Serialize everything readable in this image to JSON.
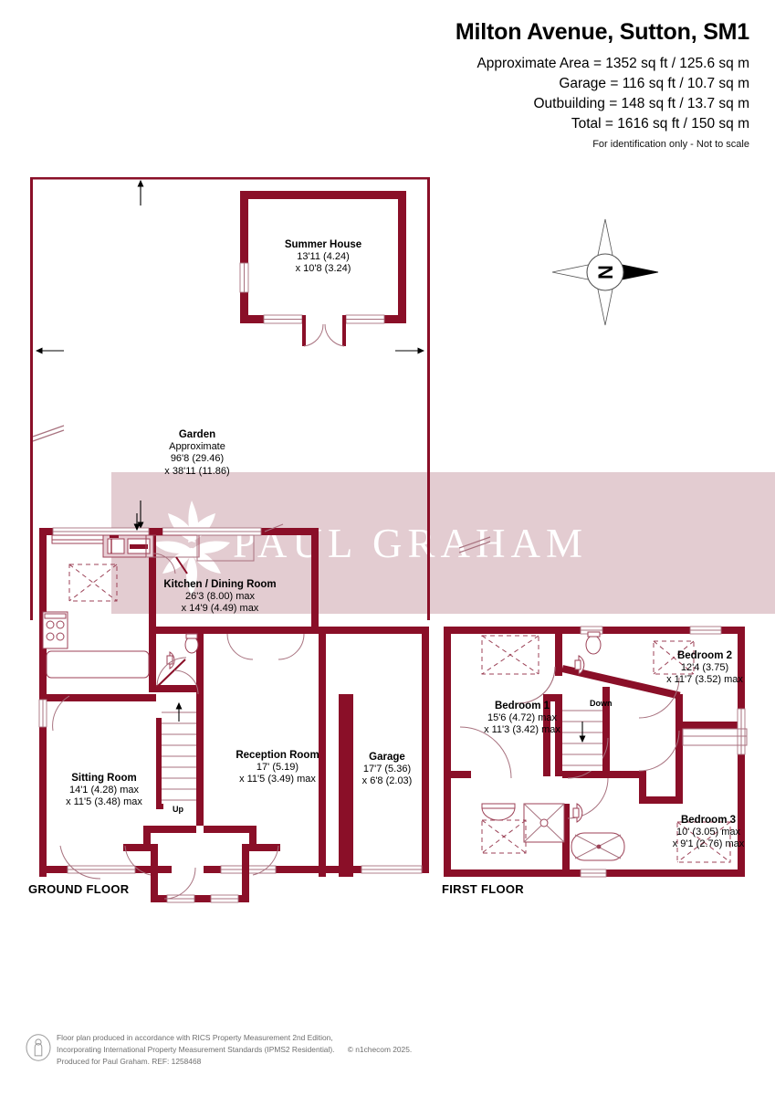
{
  "header": {
    "title": "Milton Avenue, Sutton, SM1",
    "areas": [
      "Approximate Area = 1352 sq ft / 125.6 sq m",
      "Garage = 116 sq ft / 10.7 sq m",
      "Outbuilding = 148 sq ft / 13.7 sq m",
      "Total = 1616 sq ft / 150 sq m"
    ],
    "disclaimer": "For identification only - Not to scale"
  },
  "watermark": {
    "text": "PAUL GRAHAM",
    "band_color": "#e3ccd1",
    "text_color": "#ffffff"
  },
  "colors": {
    "wall": "#8a0f28",
    "thin_line": "#a8727f",
    "fixture": "#9c4257",
    "text": "#000000",
    "footer_text": "#6f6f6f"
  },
  "compass": {
    "letter": "N",
    "name": "compass-rose"
  },
  "floors": [
    {
      "id": "ground",
      "label": "GROUND FLOOR"
    },
    {
      "id": "first",
      "label": "FIRST FLOOR"
    }
  ],
  "rooms": [
    {
      "id": "summer-house",
      "name": "Summer House",
      "dim1": "13'11 (4.24)",
      "dim2": "x 10'8 (3.24)",
      "floor": "outbuilding"
    },
    {
      "id": "garden",
      "name": "Garden",
      "dim0": "Approximate",
      "dim1": "96'8 (29.46)",
      "dim2": "x 38'11 (11.86)",
      "floor": "outdoor"
    },
    {
      "id": "kitchen-dining-room",
      "name": "Kitchen / Dining Room",
      "dim1": "26'3 (8.00) max",
      "dim2": "x 14'9 (4.49) max",
      "floor": "ground"
    },
    {
      "id": "sitting-room",
      "name": "Sitting Room",
      "dim1": "14'1 (4.28) max",
      "dim2": "x 11'5 (3.48) max",
      "floor": "ground"
    },
    {
      "id": "reception-room",
      "name": "Reception Room",
      "dim1": "17' (5.19)",
      "dim2": "x 11'5 (3.49) max",
      "floor": "ground"
    },
    {
      "id": "garage",
      "name": "Garage",
      "dim1": "17'7 (5.36)",
      "dim2": "x 6'8 (2.03)",
      "floor": "ground"
    },
    {
      "id": "bedroom-1",
      "name": "Bedroom 1",
      "dim1": "15'6 (4.72) max",
      "dim2": "x 11'3 (3.42) max",
      "floor": "first"
    },
    {
      "id": "bedroom-2",
      "name": "Bedroom 2",
      "dim1": "12'4 (3.75)",
      "dim2": "x 11'7 (3.52) max",
      "floor": "first"
    },
    {
      "id": "bedroom-3",
      "name": "Bedroom 3",
      "dim1": "10' (3.05) max",
      "dim2": "x 9'1 (2.76) max",
      "floor": "first"
    }
  ],
  "stairs": {
    "ground_label": "Up",
    "first_label": "Down"
  },
  "footer": {
    "line1": "Floor plan produced in accordance with RICS Property Measurement 2nd Edition,",
    "line2": "Incorporating International Property Measurement Standards (IPMS2 Residential).",
    "copyright": "© n1checom 2025.",
    "line3": "Produced for Paul Graham.   REF: 1258468"
  }
}
